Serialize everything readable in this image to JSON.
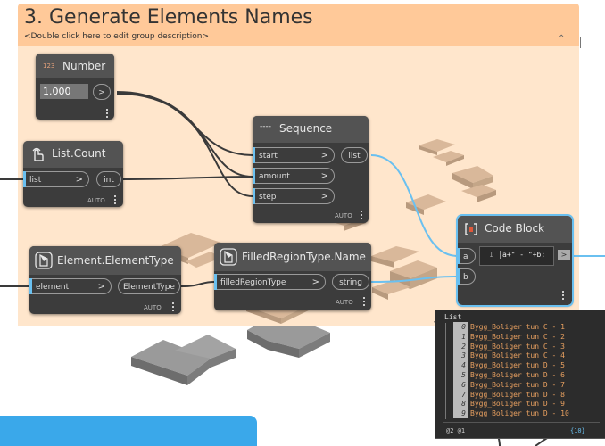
{
  "group": {
    "title": "3. Generate Elements Names",
    "description": "<Double click here to edit group description>",
    "collapse_glyph": "⌃"
  },
  "nodes": {
    "number": {
      "badge": "123",
      "title": "Number",
      "value": "1.000",
      "output": ">"
    },
    "list_count": {
      "title": "List.Count",
      "input": "list",
      "input_arrow": ">",
      "output": "int",
      "lacing": "AUTO"
    },
    "sequence": {
      "badge": "----",
      "title": "Sequence",
      "inputs": [
        "start",
        "amount",
        "step"
      ],
      "input_arrow": ">",
      "output": "list",
      "lacing": "AUTO"
    },
    "element_type": {
      "title": "Element.ElementType",
      "input": "element",
      "input_arrow": ">",
      "output": "ElementType",
      "lacing": "AUTO"
    },
    "filled_region_name": {
      "title": "FilledRegionType.Name",
      "input": "filledRegionType",
      "input_arrow": ">",
      "output": "string",
      "lacing": "AUTO"
    },
    "code_block": {
      "title": "Code Block",
      "inputs": [
        "a",
        "b"
      ],
      "line_number": "1",
      "code": "a+\" - \"+b;",
      "output": ">"
    }
  },
  "watch": {
    "header": "List",
    "items": [
      {
        "index": "0",
        "value": "Bygg_Boliger tun C - 1"
      },
      {
        "index": "1",
        "value": "Bygg_Boliger tun C - 2"
      },
      {
        "index": "2",
        "value": "Bygg_Boliger tun C - 3"
      },
      {
        "index": "3",
        "value": "Bygg_Boliger tun C - 4"
      },
      {
        "index": "4",
        "value": "Bygg_Boliger tun D - 5"
      },
      {
        "index": "5",
        "value": "Bygg_Boliger tun D - 6"
      },
      {
        "index": "6",
        "value": "Bygg_Boliger tun D - 7"
      },
      {
        "index": "7",
        "value": "Bygg_Boliger tun D - 8"
      },
      {
        "index": "8",
        "value": "Bygg_Boliger tun D - 9"
      },
      {
        "index": "9",
        "value": "Bygg_Boliger tun D - 10"
      }
    ],
    "levels": "@2 @1",
    "count": "{10}"
  },
  "colors": {
    "group_header": "#ffc999",
    "group_body": "#ffe6cc",
    "node_body": "#3c3c3c",
    "node_header": "#535353",
    "wire_dark": "#333333",
    "wire_blue": "#6ac0f0",
    "preview_tan": "#d9b89a",
    "preview_gray": "#8f8f8f",
    "value_orange": "#e8a060",
    "panel_blue": "#3aa8ea"
  }
}
